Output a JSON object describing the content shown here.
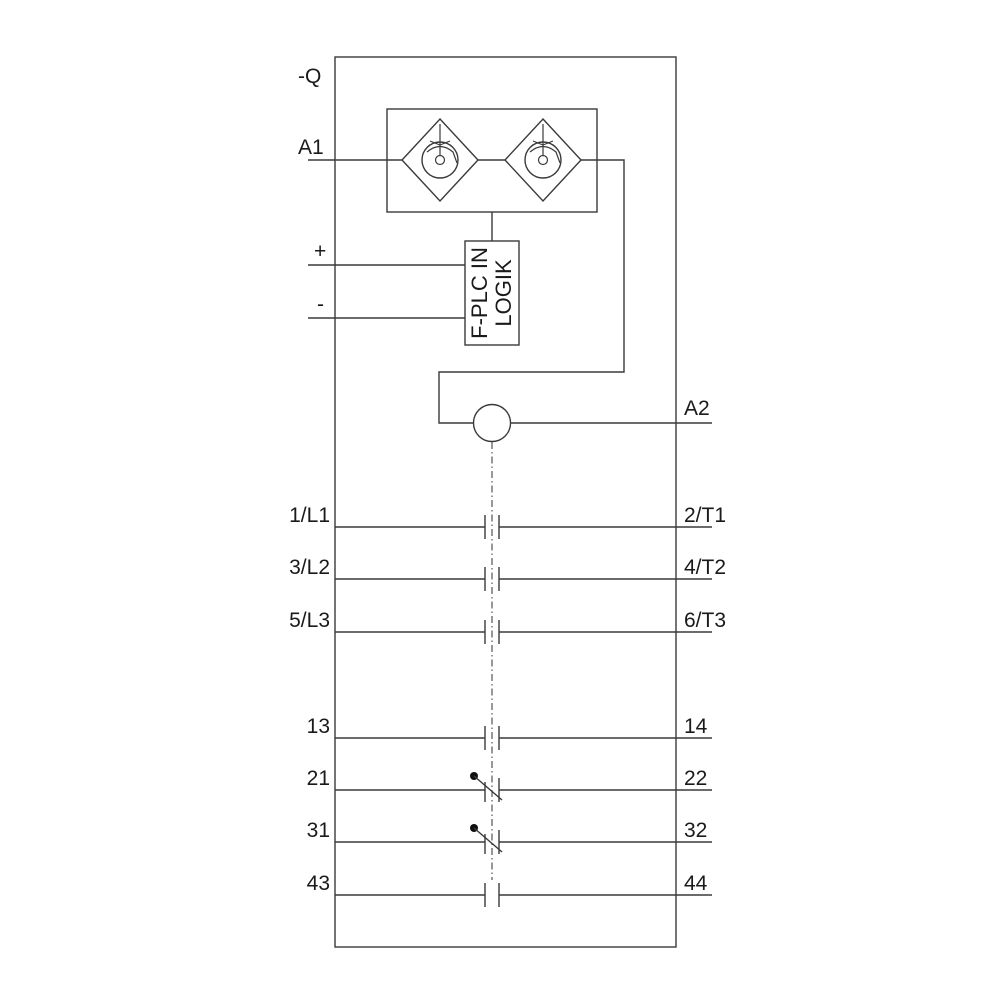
{
  "device": {
    "designation": "-Q"
  },
  "terminals": {
    "a1": "A1",
    "a2": "A2",
    "plus": "+",
    "minus": "-"
  },
  "logic": {
    "line1": "F-PLC IN",
    "line2": "LOGIK"
  },
  "main_contacts": [
    {
      "left": "1/L1",
      "right": "2/T1",
      "type": "NO"
    },
    {
      "left": "3/L2",
      "right": "4/T2",
      "type": "NO"
    },
    {
      "left": "5/L3",
      "right": "6/T3",
      "type": "NO"
    }
  ],
  "aux_contacts": [
    {
      "left": "13",
      "right": "14",
      "type": "NO"
    },
    {
      "left": "21",
      "right": "22",
      "type": "NC"
    },
    {
      "left": "31",
      "right": "32",
      "type": "NC"
    },
    {
      "left": "43",
      "right": "44",
      "type": "NO"
    }
  ]
}
